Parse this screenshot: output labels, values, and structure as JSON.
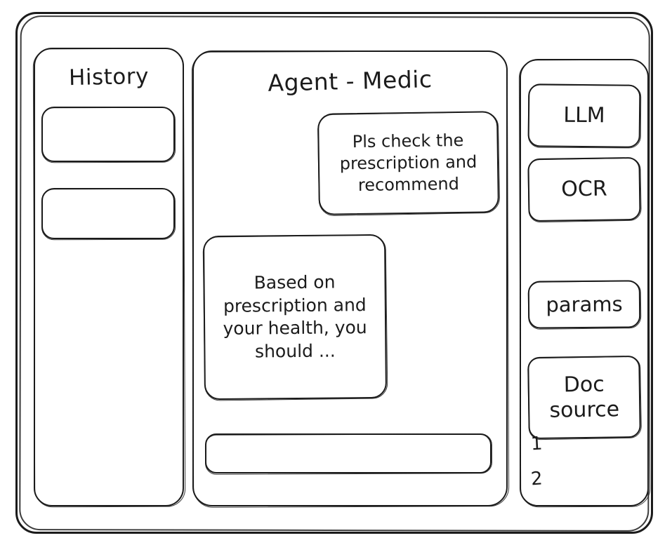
{
  "window": {
    "name": "Agent - Medic wireframe"
  },
  "history": {
    "title": "History",
    "items": [
      {
        "label": ""
      },
      {
        "label": ""
      }
    ]
  },
  "chat": {
    "title": "Agent - Medic",
    "messages": [
      {
        "role": "user",
        "text": "Pls check the prescription and recommend"
      },
      {
        "role": "agent",
        "text": "Based on prescription and your health, you should ..."
      }
    ],
    "composer": {
      "value": "",
      "placeholder": ""
    }
  },
  "tools": {
    "cards": [
      {
        "label": "LLM"
      },
      {
        "label": "OCR"
      },
      {
        "label": "params"
      },
      {
        "label": "Doc source"
      }
    ],
    "doc_source": {
      "label": "Doc source",
      "items": [
        "1",
        "2"
      ]
    }
  },
  "style": {
    "stroke": "#1b1b1b",
    "background": "#ffffff"
  }
}
